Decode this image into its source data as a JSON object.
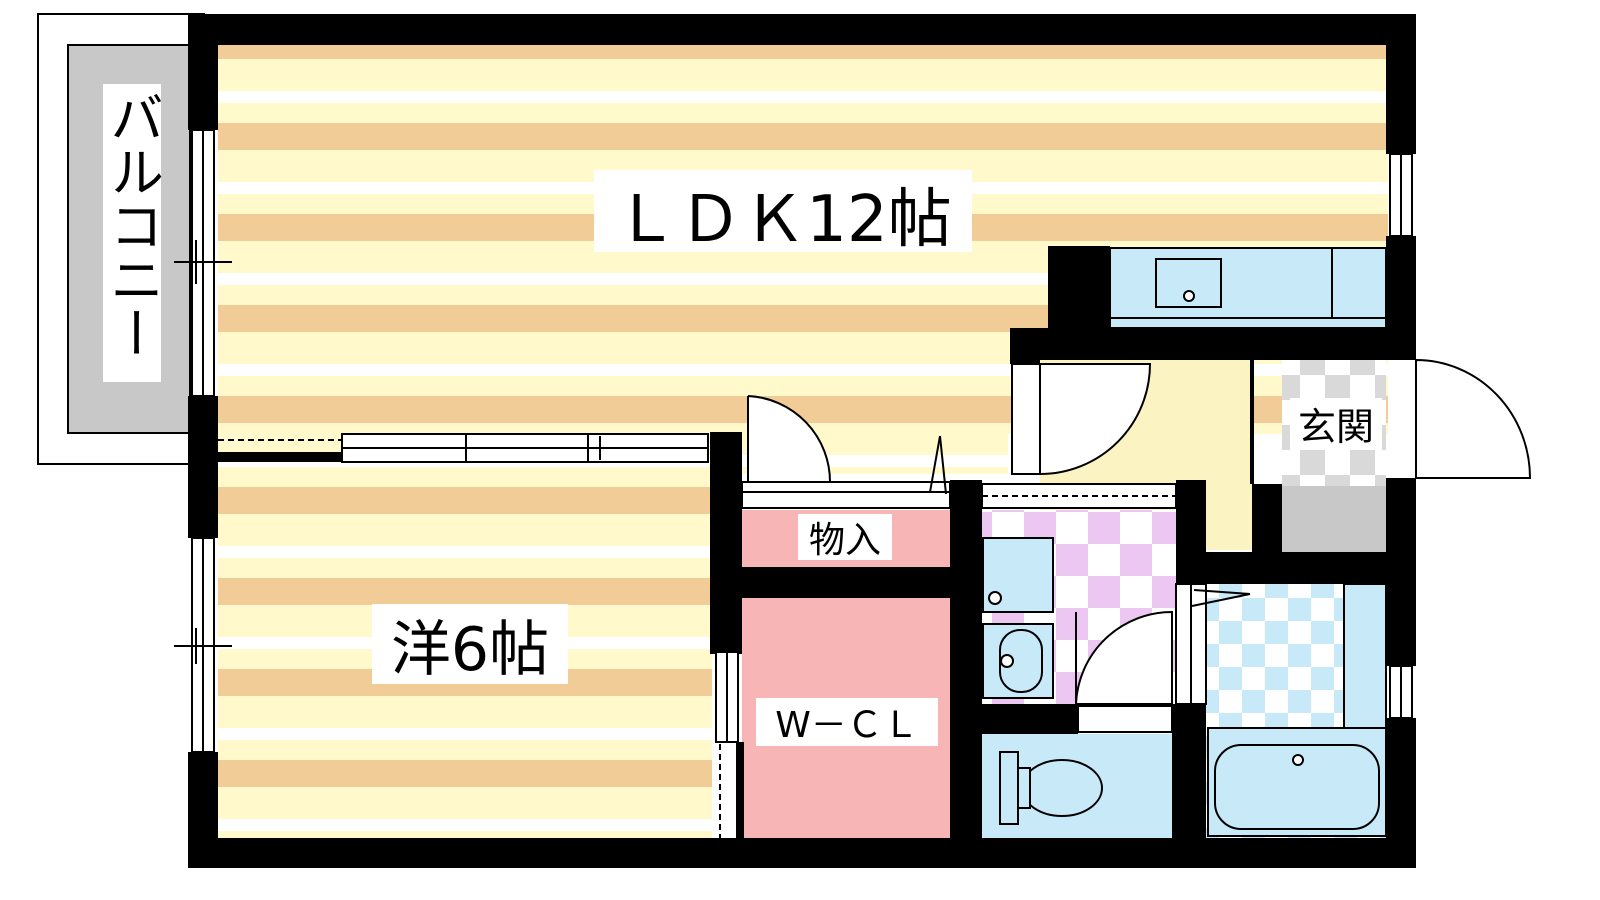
{
  "rooms": {
    "balcony": "バルコニー",
    "ldk": "ＬＤＫ12帖",
    "western": "洋6帖",
    "storage": "物入",
    "wcl": "W－ＣＬ",
    "entrance": "玄関"
  },
  "colors": {
    "wall": "#000000",
    "floor_stripe": "#f2cc97",
    "floor_light": "#fff9cc",
    "closet": "#f7b5b5",
    "fixture_blue": "#c7e9f8",
    "washroom_check": "#ecc7f2",
    "bath_check": "#c7e9f8",
    "entrance_check": "#d9d9d9",
    "hall": "#fbf3c2",
    "balcony_gray": "#c8c8c8"
  },
  "icons": [
    "sink-icon",
    "washbasin-icon",
    "toilet-icon",
    "bathtub-icon",
    "refrigerator-icon",
    "door-swing-icon"
  ]
}
